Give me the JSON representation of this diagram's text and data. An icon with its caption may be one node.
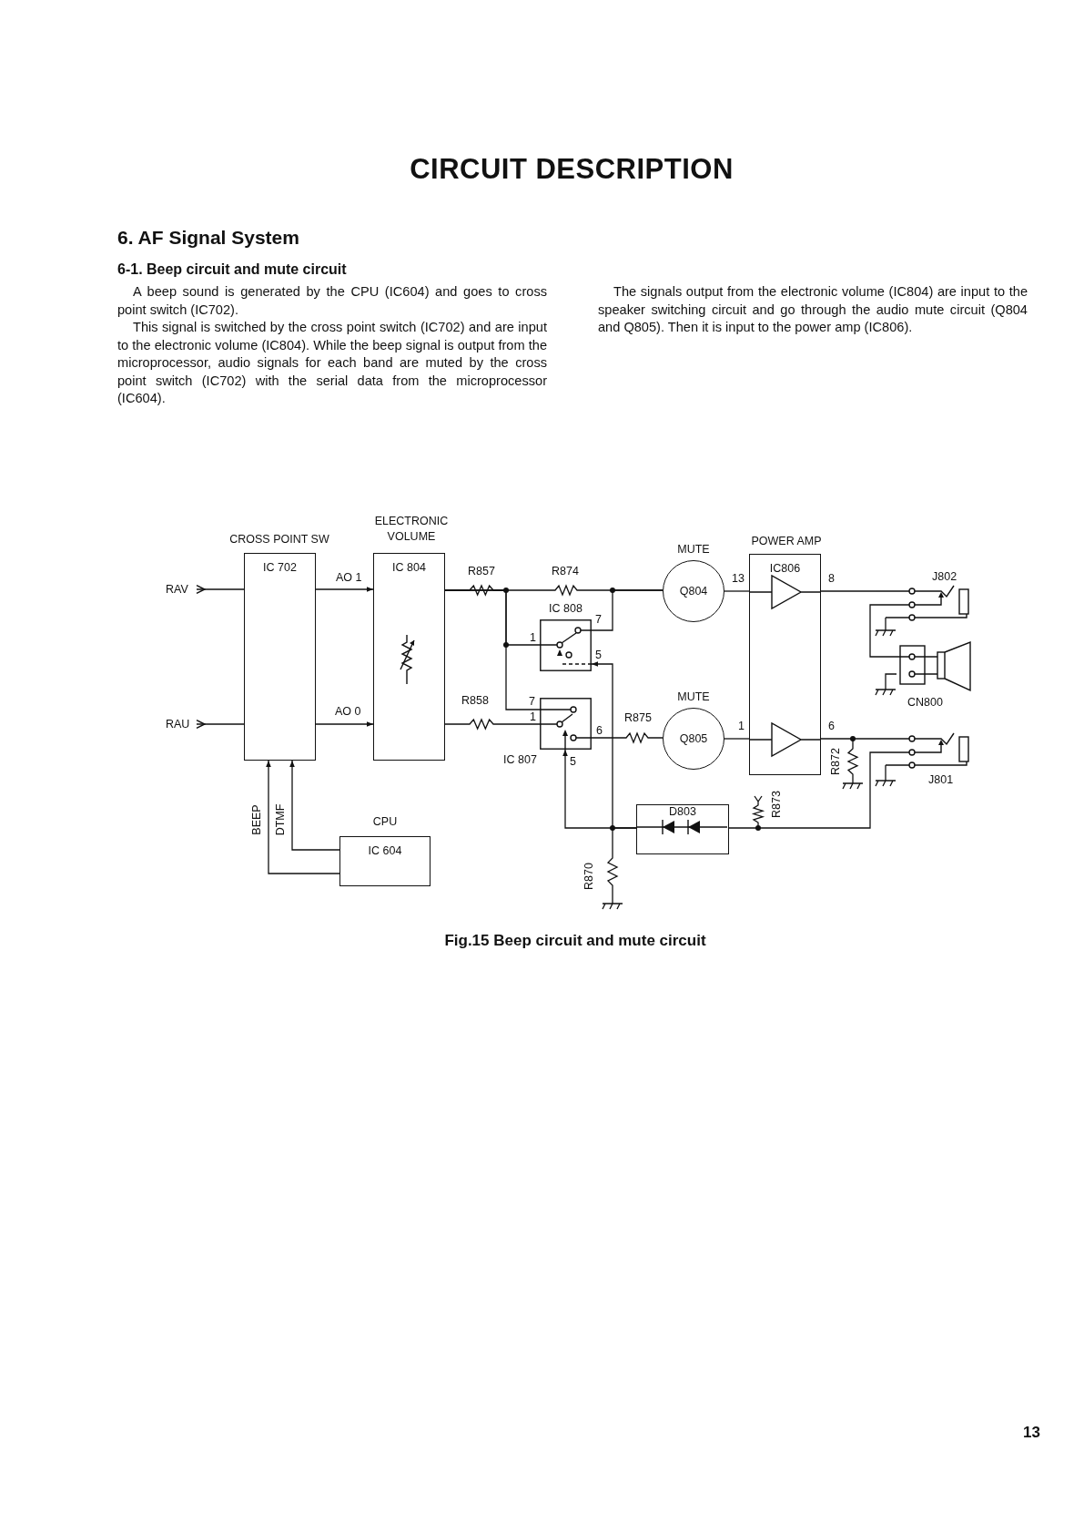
{
  "diagram": {
    "title": "CIRCUIT DESCRIPTION",
    "caption": "Fig.15 Beep circuit and mute circuit",
    "nodes": [
      {
        "text": [
          "IC 702"
        ],
        "beside": [
          "CROSS POINT SW"
        ]
      },
      {
        "text": [
          "IC 804"
        ],
        "beside": [
          "ELECTRONIC VOLUME"
        ]
      },
      {
        "text": [
          "IC 808"
        ]
      },
      {
        "text": [
          "IC 807"
        ]
      },
      {
        "text": [
          "Q804"
        ],
        "beside": [
          "MUTE"
        ]
      },
      {
        "text": [
          "Q805"
        ],
        "beside": [
          "MUTE"
        ]
      },
      {
        "text": [
          "IC806"
        ],
        "beside": [
          "POWER AMP"
        ]
      },
      {
        "text": [
          "D803"
        ]
      },
      {
        "text": [
          "IC 604"
        ],
        "beside": [
          "CPU"
        ]
      },
      {
        "text": [
          "RAV"
        ]
      },
      {
        "text": [
          "RAU"
        ]
      },
      {
        "text": [
          "J802"
        ]
      },
      {
        "text": [
          "CN800"
        ]
      },
      {
        "text": [
          "J801"
        ]
      }
    ],
    "edges": [
      {
        "from": 9,
        "to": 0,
        "arrow": "other"
      },
      {
        "from": 10,
        "to": 0,
        "arrow": "other"
      },
      {
        "from": 0,
        "to": 1,
        "arrow": "to",
        "label": "AO 1"
      },
      {
        "from": 0,
        "to": 1,
        "arrow": "to",
        "label": "AO 0"
      },
      {
        "from": 8,
        "to": 0,
        "arrow": "to",
        "label": "BEEP"
      },
      {
        "from": 8,
        "to": 0,
        "arrow": "to",
        "label": "DTMF"
      },
      {
        "from": 1,
        "to": 4,
        "arrow": "none"
      },
      {
        "from": 1,
        "to": 2,
        "arrow": "none"
      },
      {
        "from": 1,
        "to": 3,
        "arrow": "none"
      },
      {
        "from": 2,
        "to": 4,
        "arrow": "none"
      },
      {
        "from": 1,
        "to": 3,
        "arrow": "none"
      },
      {
        "from": 3,
        "to": 5,
        "arrow": "none"
      },
      {
        "from": 4,
        "to": 6,
        "arrow": "none"
      },
      {
        "from": 5,
        "to": 6,
        "arrow": "none"
      },
      {
        "from": 6,
        "to": 11,
        "arrow": "none"
      },
      {
        "from": 6,
        "to": 13,
        "arrow": "none"
      },
      {
        "from": 7,
        "to": 2,
        "arrow": "to"
      },
      {
        "from": 7,
        "to": 3,
        "arrow": "to"
      },
      {
        "from": 11,
        "to": 12,
        "arrow": "none"
      },
      {
        "from": 7,
        "to": 13,
        "arrow": "none"
      }
    ],
    "labels": [
      "6. AF Signal System",
      "6-1. Beep circuit and mute circuit",
      "A beep sound is generated by the CPU (IC604) and goes to cross point switch (IC702).",
      "This signal is switched by the cross point switch (IC702) and are input to the electronic volume (IC804). While the beep signal is output from the microprocessor, audio signals for each band are muted by the cross point switch (IC702) with the serial data from the microprocessor (IC604).",
      "The signals output from the electronic volume (IC804) are input to the speaker switching circuit and go through the audio mute circuit (Q804 and Q805). Then it is input to the power amp (IC806).",
      "R857",
      "R874",
      "13",
      "8",
      "7",
      "1",
      "5",
      "R858",
      "7",
      "1",
      "R875",
      "6",
      "1",
      "6",
      "5",
      "R872",
      "R873",
      "R870",
      "13"
    ]
  }
}
